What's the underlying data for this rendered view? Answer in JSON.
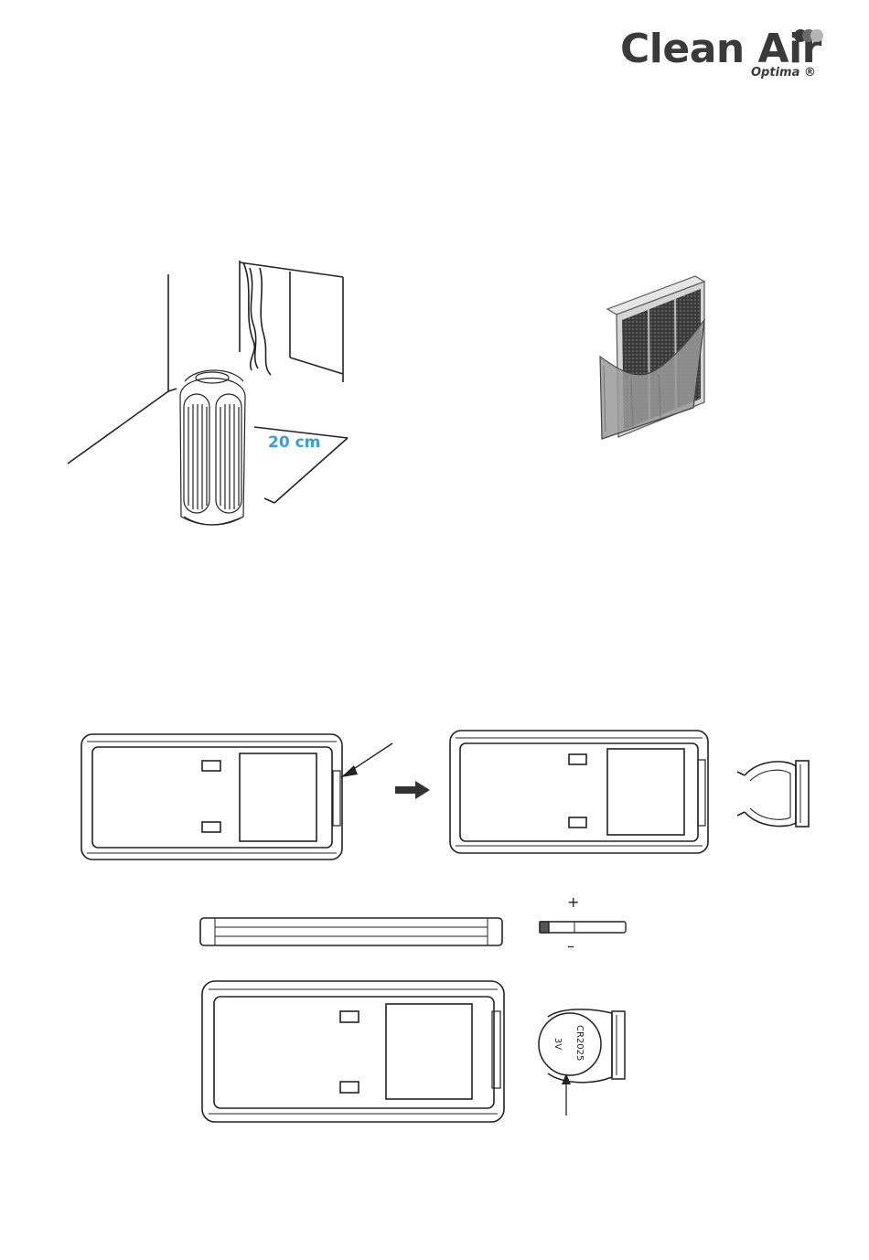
{
  "logo": {
    "brand": "Clean Air",
    "sub": "Optima ®"
  },
  "placement_figure": {
    "distance_label": "20 cm",
    "label_color": "#3a9fd6"
  },
  "battery_figure": {
    "plus_sign": "+",
    "minus_sign": "–",
    "cell_marking": "3V",
    "cell_model": "CR2025"
  }
}
